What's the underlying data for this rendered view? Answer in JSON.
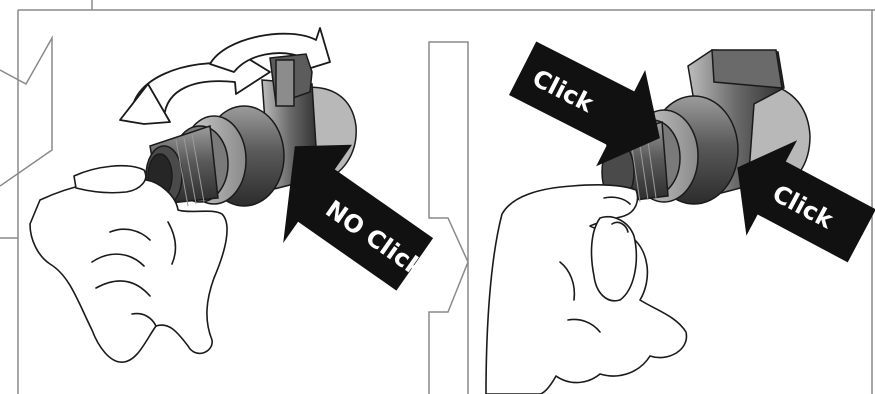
{
  "panels": [
    {
      "id": "left",
      "arrows": [
        {
          "label": "NO Click",
          "tone": "black"
        }
      ]
    },
    {
      "id": "right",
      "arrows": [
        {
          "label": "Click",
          "tone": "black"
        },
        {
          "label": "Click",
          "tone": "black"
        }
      ]
    }
  ],
  "colors": {
    "outline": "#1a1a1a",
    "metal_dark": "#3a3a3a",
    "metal_mid": "#6e6e6e",
    "metal_light": "#a8a8a8",
    "frame": "#9a9a9a"
  }
}
